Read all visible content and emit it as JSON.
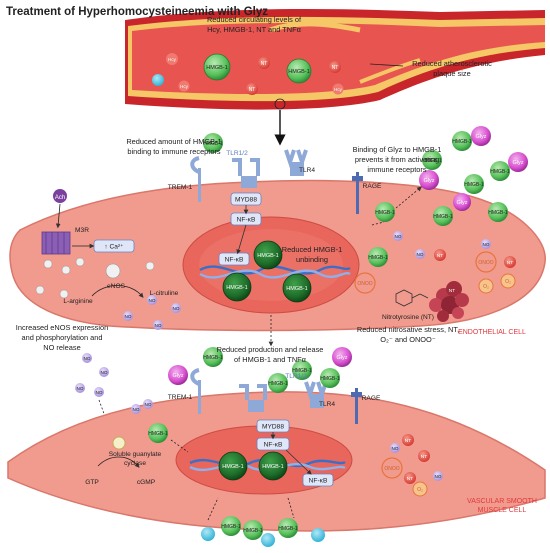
{
  "title": "Treatment of Hyperhomocysteineemia with Glyz",
  "notes": {
    "reduced_levels_1": "Reduced circulating levels of",
    "reduced_levels_2": "Hcy, HMGB-1, NT and TNFα",
    "plaque_1": "Reduced atherosclerotic",
    "plaque_2": "plaque size",
    "binding_1": "Reduced amount of HMGB-1",
    "binding_2": "binding to immune receptors",
    "glyz_binding_1": "Binding of Glyz to HMGB-1",
    "glyz_binding_2": "prevents it from activating",
    "glyz_binding_3": "immune receptors",
    "unbinding_1": "Reduced HMGB-1",
    "unbinding_2": "unbinding",
    "enos_expr_1": "Increased eNOS expression",
    "enos_expr_2": "and phosphorylation and",
    "enos_expr_3": "NO release",
    "production_1": "Reduced production and release",
    "production_2": "of HMGB-1 and TNFα",
    "nitrosative_1": "Reduced nitrosative stress, NT,",
    "nitrosative_2": "O₂⁻ and ONOO⁻"
  },
  "cell_labels": {
    "endothelial": "ENDOTHELIAL CELL",
    "vsmc_1": "VASCULAR SMOOTH",
    "vsmc_2": "MUSCLE CELL"
  },
  "receptors": {
    "trem1": "TREM-1",
    "tlr12": "TLR1/2",
    "tlr4": "TLR4",
    "rage": "RAGE",
    "m3r": "M3R",
    "ach": "Ach"
  },
  "signaling": {
    "myd88": "MYD88",
    "nfkb": "NF-κB",
    "ca": "↑ Ca²⁺",
    "enos": "eNOS",
    "l_arginine": "L-arginine",
    "l_citruline": "L-citruline",
    "nitrotyrosine": "Nitrotyrosine (NT)",
    "sgc_1": "Soluble guanylate",
    "sgc_2": "cyclase",
    "gtp": "GTP",
    "cgmp": "cGMP"
  },
  "molecules": {
    "hmgb1": "HMGB-1",
    "glyz": "Glyz",
    "nt": "NT",
    "no": "NO",
    "onoo": "ONOO",
    "o2": "O₂",
    "hcy": "Hcy"
  },
  "colors": {
    "vessel_wall": "#e8544f",
    "endothelial_cell": "#f19a8e",
    "nucleus": "#e8665c",
    "hmgb1": "#57c15a",
    "glyz": "#d84fd0",
    "nt": "#e8453c",
    "no_bubble": "#b9a6e6",
    "receptor": "#8ea8d8",
    "title_text": "#222222",
    "cell_label": "#e0393c"
  },
  "icons": [
    "downward-arrow-icon",
    "dna-helix-icon",
    "receptor-icon",
    "molecule-cluster-icon"
  ]
}
